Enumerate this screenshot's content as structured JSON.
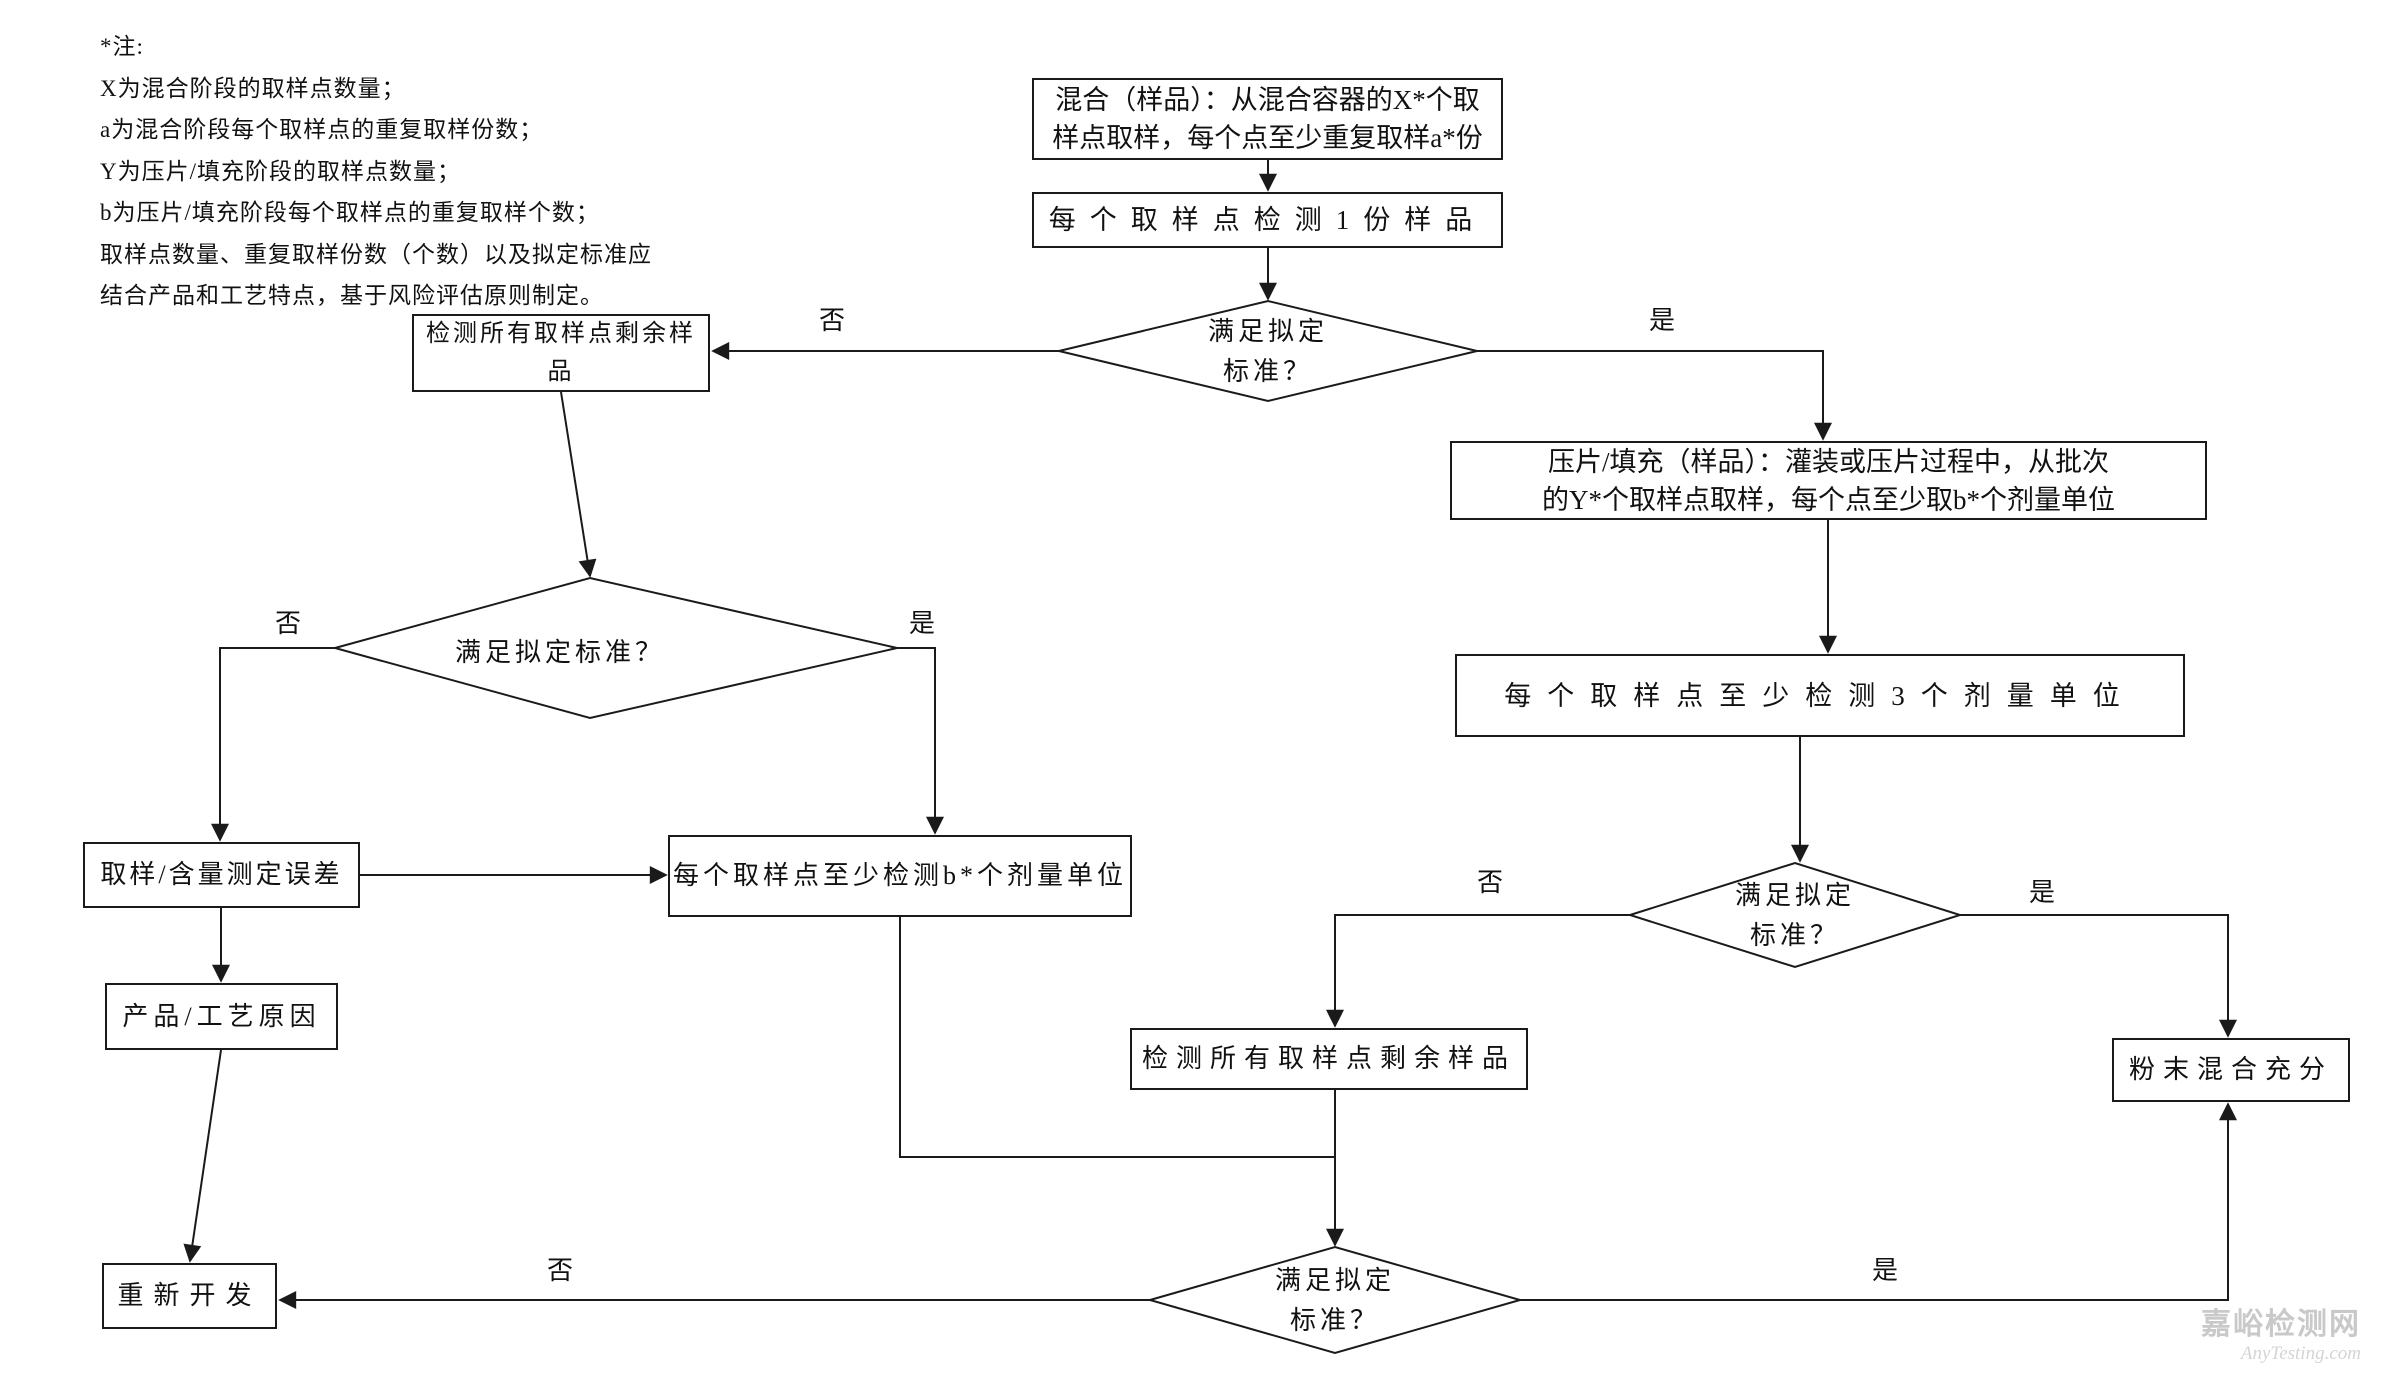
{
  "page": {
    "background": "#ffffff",
    "line_color": "#1a1a1a",
    "watermark_color": "#c9c9c9"
  },
  "notes": {
    "lines": [
      "*注:",
      "X为混合阶段的取样点数量；",
      "a为混合阶段每个取样点的重复取样份数；",
      "Y为压片/填充阶段的取样点数量；",
      "b为压片/填充阶段每个取样点的重复取样个数；",
      "取样点数量、重复取样份数（个数）以及拟定标准应",
      "结合产品和工艺特点，基于风险评估原则制定。"
    ]
  },
  "labels": {
    "yes": "是",
    "no": "否"
  },
  "nodes": {
    "mix_sample": {
      "label": "混合（样品）：从混合容器的X*个取\n样点取样，每个点至少重复取样a*份"
    },
    "test_one_sample": {
      "label": "每个取样点检测1份样品"
    },
    "test_remaining_top": {
      "label": "检测所有取样点剩余样品"
    },
    "press_fill": {
      "label": "压片/填充（样品）：灌装或压片过程中，从批次\n的Y*个取样点取样，每个点至少取b*个剂量单位"
    },
    "test_three_units": {
      "label": "每个取样点至少检测3个剂量单位"
    },
    "test_b_units": {
      "label": "每个取样点至少检测b*个剂量单位"
    },
    "sampling_assay_error": {
      "label": "取样/含量测定误差"
    },
    "product_process_reason": {
      "label": "产品/工艺原因"
    },
    "redevelop": {
      "label": "重新开发"
    },
    "test_remaining_bottom": {
      "label": "检测所有取样点剩余样品"
    },
    "powder_mixed": {
      "label": "粉末混合充分"
    },
    "decision1": {
      "label": "满足拟定\n标准？"
    },
    "decision2": {
      "label": "满足拟定标准？"
    },
    "decision3": {
      "label": "满足拟定\n标准？"
    },
    "decision4": {
      "label": "满足拟定\n标准？"
    }
  },
  "watermark": {
    "cn": "嘉峪检测网",
    "en": "AnyTesting.com"
  }
}
